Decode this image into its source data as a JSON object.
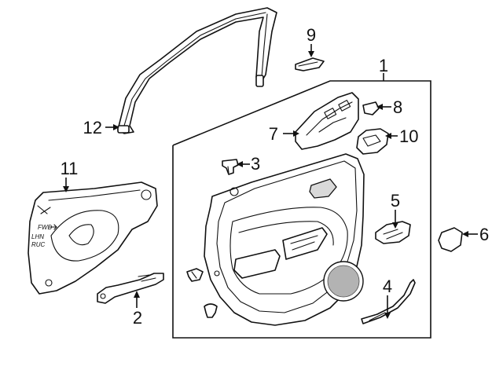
{
  "callouts": {
    "c1": "1",
    "c2": "2",
    "c3": "3",
    "c4": "4",
    "c5": "5",
    "c6": "6",
    "c7": "7",
    "c8": "8",
    "c9": "9",
    "c10": "10",
    "c11": "11",
    "c12": "12"
  },
  "shield_text": {
    "line1": "FWD",
    "line2": "LHN",
    "line3": "RUC"
  }
}
